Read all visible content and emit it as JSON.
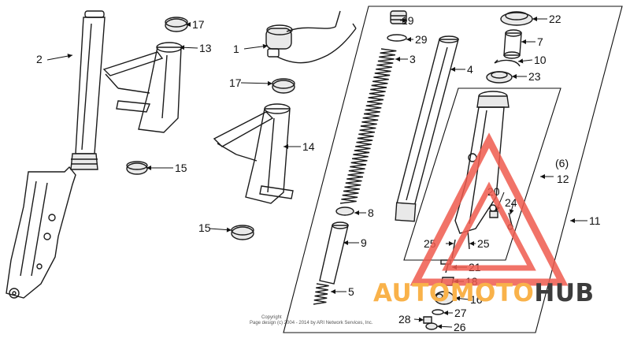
{
  "diagram": {
    "callouts": [
      {
        "id": "p2",
        "label": "2"
      },
      {
        "id": "p17a",
        "label": "17"
      },
      {
        "id": "p13",
        "label": "13"
      },
      {
        "id": "p1",
        "label": "1"
      },
      {
        "id": "p17b",
        "label": "17"
      },
      {
        "id": "p14",
        "label": "14"
      },
      {
        "id": "p15a",
        "label": "15"
      },
      {
        "id": "p15b",
        "label": "15"
      },
      {
        "id": "p19",
        "label": "19"
      },
      {
        "id": "p29",
        "label": "29"
      },
      {
        "id": "p3",
        "label": "3"
      },
      {
        "id": "p4",
        "label": "4"
      },
      {
        "id": "p8",
        "label": "8"
      },
      {
        "id": "p9",
        "label": "9"
      },
      {
        "id": "p5",
        "label": "5"
      },
      {
        "id": "p22",
        "label": "22"
      },
      {
        "id": "p7",
        "label": "7"
      },
      {
        "id": "p10",
        "label": "10"
      },
      {
        "id": "p23",
        "label": "23"
      },
      {
        "id": "p6",
        "label": "(6)"
      },
      {
        "id": "p12",
        "label": "12"
      },
      {
        "id": "p20",
        "label": "20"
      },
      {
        "id": "p24",
        "label": "24"
      },
      {
        "id": "p11",
        "label": "11"
      },
      {
        "id": "p25a",
        "label": "25"
      },
      {
        "id": "p25b",
        "label": "25"
      },
      {
        "id": "p21",
        "label": "21"
      },
      {
        "id": "p18",
        "label": "18"
      },
      {
        "id": "p16",
        "label": "16"
      },
      {
        "id": "p27",
        "label": "27"
      },
      {
        "id": "p28",
        "label": "28"
      },
      {
        "id": "p26",
        "label": "26"
      }
    ],
    "copyright_line1": "Copyright",
    "copyright_line2": "Page design (c) 2004 - 2014 by ARI Network Services, Inc."
  },
  "watermark": {
    "brand_part1": "AUTOMOTO",
    "brand_part2": "HUB",
    "color_primary": "#f9b24a",
    "color_secondary": "#3c3c3c",
    "triangle_color": "#ef5a4e"
  }
}
